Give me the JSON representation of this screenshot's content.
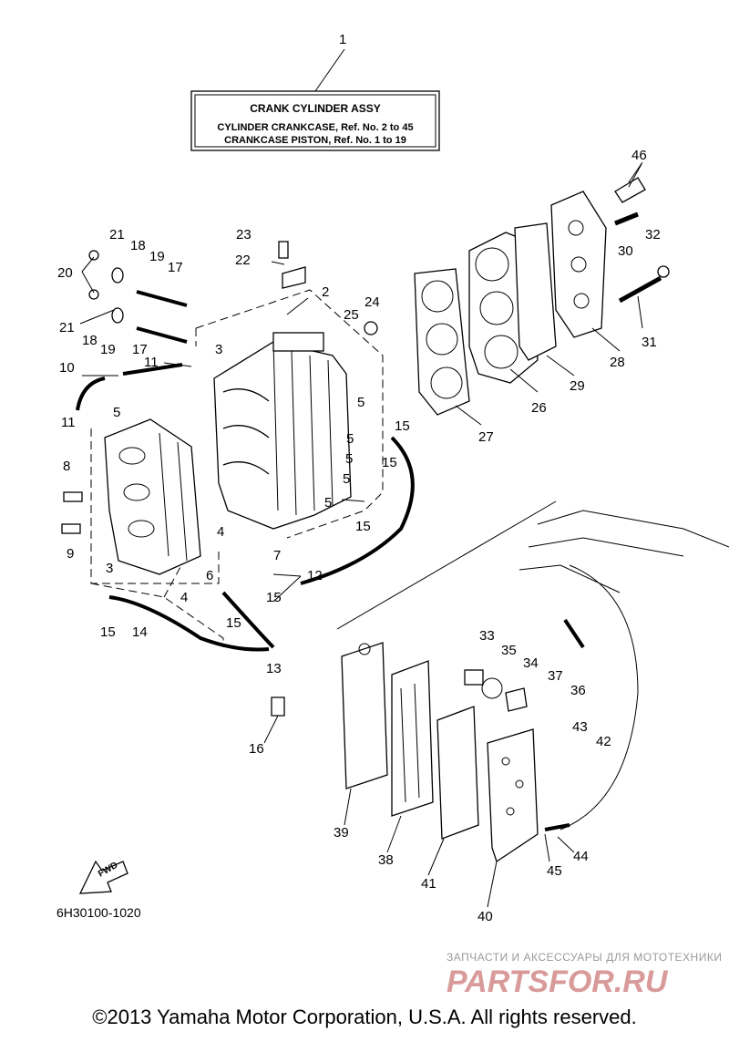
{
  "title_box": {
    "title": "CRANK CYLINDER ASSY",
    "line1": "CYLINDER CRANKCASE, Ref. No. 2 to 45",
    "line2": "CRANKCASE PISTON,  Ref. No. 1 to 19"
  },
  "fwd_label": "FWD",
  "diagram_code": "6H30100-1020",
  "watermark": {
    "tagline": "ЗАПЧАСТИ И АКСЕССУАРЫ ДЛЯ МОТОТЕХНИКИ",
    "logo": "PARTSFOR.RU"
  },
  "copyright": "©2013 Yamaha Motor Corporation, U.S.A. All rights reserved.",
  "callouts": [
    "1",
    "2",
    "3",
    "3",
    "4",
    "4",
    "5",
    "5",
    "5",
    "5",
    "5",
    "5",
    "6",
    "7",
    "8",
    "9",
    "10",
    "11",
    "11",
    "11",
    "12",
    "13",
    "14",
    "15",
    "15",
    "15",
    "15",
    "15",
    "15",
    "16",
    "17",
    "17",
    "18",
    "18",
    "19",
    "19",
    "20",
    "21",
    "21",
    "22",
    "23",
    "24",
    "25",
    "26",
    "27",
    "28",
    "29",
    "30",
    "31",
    "32",
    "33",
    "34",
    "35",
    "36",
    "37",
    "38",
    "39",
    "40",
    "41",
    "42",
    "43",
    "44",
    "45",
    "46"
  ]
}
